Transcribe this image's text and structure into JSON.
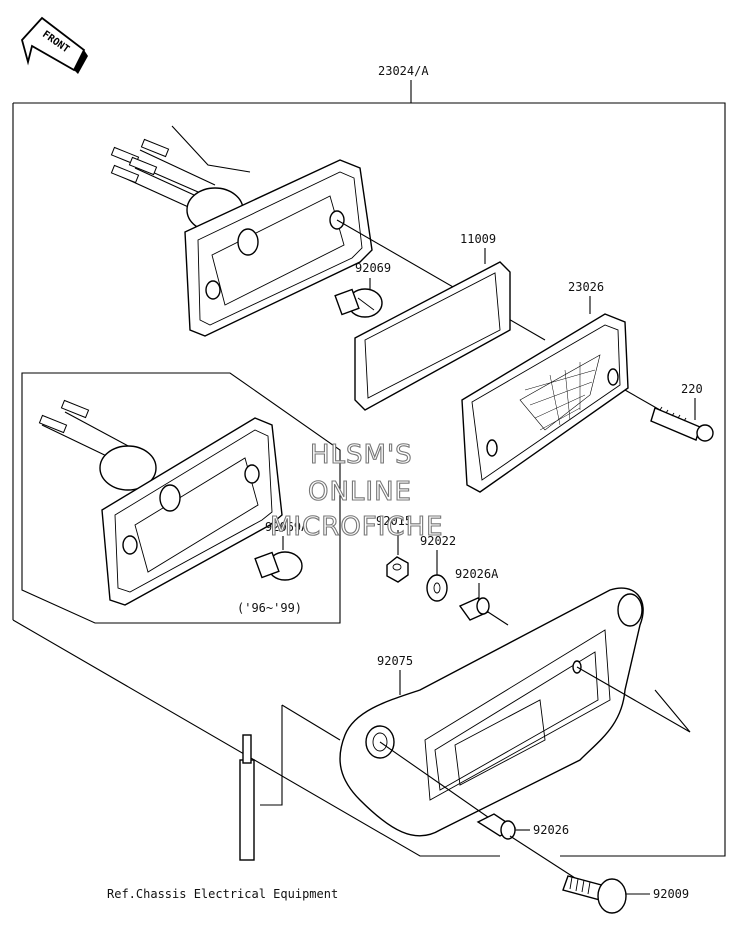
{
  "front_badge": "FRONT",
  "assembly_label": "23024/A",
  "parts": {
    "p11009": "11009",
    "p92069": "92069",
    "p23026": "23026",
    "p220": "220",
    "p92069A": "92069A",
    "p92015": "92015",
    "p92022": "92022",
    "p92026A": "92026A",
    "p92075": "92075",
    "p92026": "92026",
    "p92009": "92009"
  },
  "inset_years": "('96~'99)",
  "reference_text": "Ref.Chassis Electrical Equipment",
  "watermark": [
    "HLSM'S",
    "ONLINE",
    "MICROFICHE"
  ]
}
